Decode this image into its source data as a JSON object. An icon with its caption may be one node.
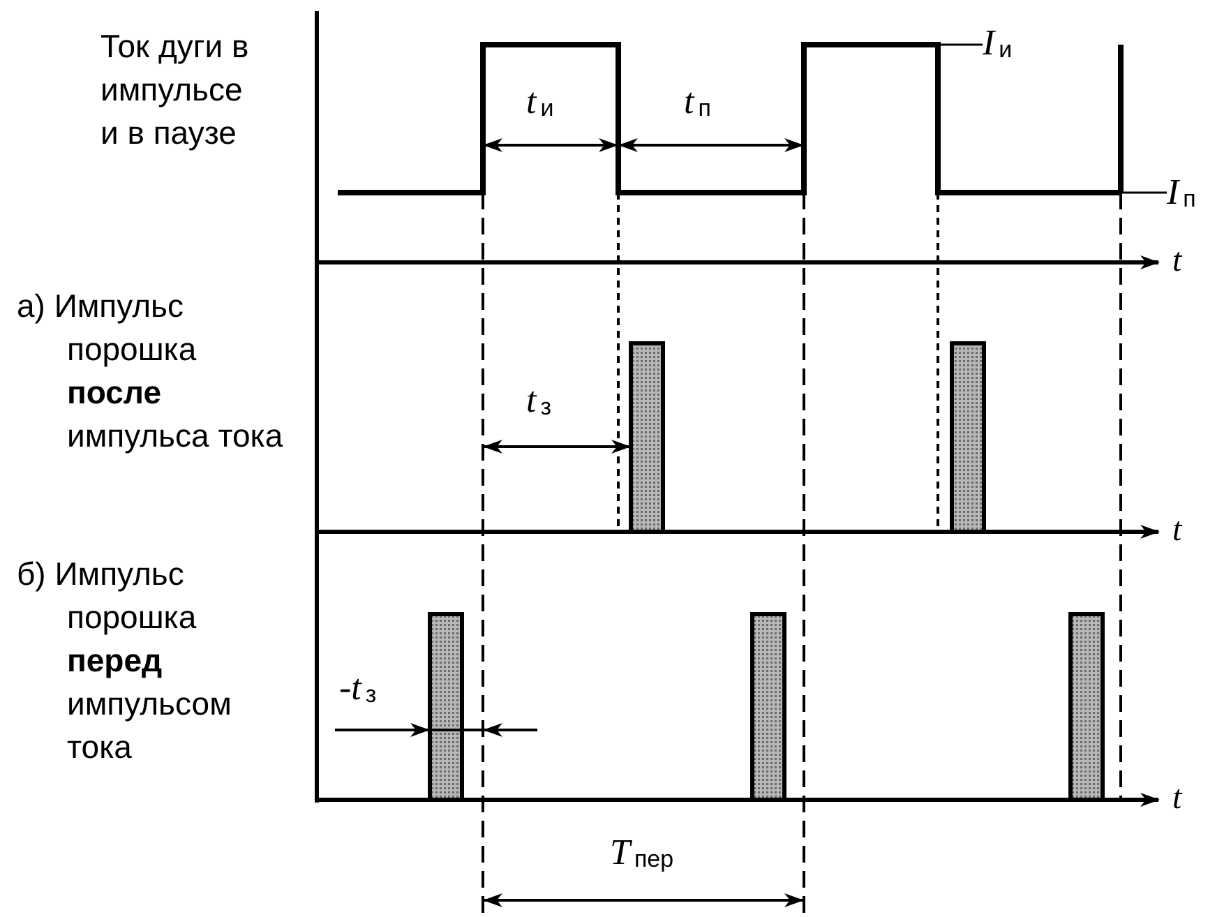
{
  "diagram": {
    "nodes": [
      {
        "text": [
          "*I*$_{и}$"
        ]
      },
      {
        "text": [
          "*I*$_{п}$"
        ]
      },
      {
        "text": [],
        "shape": "line"
      }
    ],
    "edges": [
      {
        "from": 0,
        "to": 2,
        "arrow": "none"
      },
      {
        "from": 1,
        "to": 2,
        "arrow": "none"
      }
    ],
    "labels": [
      "Ток дуги в импульсе и в паузе",
      "*t*$_{и}$",
      "*t*$_{п}$",
      "t",
      "а) Импульс порошка **после** импульса тока",
      "*t*$_{з}$",
      "t",
      "б) Импульс порошка **перед** импульсом тока",
      "-*t*$_{з}$",
      "t",
      "*T*$_{пер}$"
    ]
  }
}
